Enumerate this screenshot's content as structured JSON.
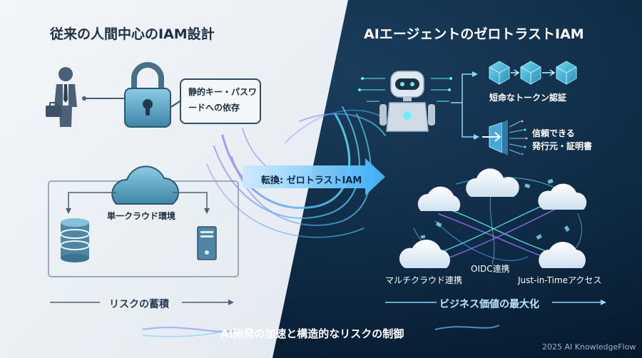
{
  "left": {
    "title": "従来の人間中心のIAM設計",
    "bubble": "静的キー・パスワードへの依存",
    "cloud_label": "単一クラウド環境",
    "risk_label": "リスクの蓄積"
  },
  "center": {
    "arrow_label": "転換: ゼロトラストIAM",
    "bottom_label": "AI開発の加速と構造的なリスクの制御"
  },
  "right": {
    "title": "AIエージェントのゼロトラストIAM",
    "token_label": "短命なトークン認証",
    "cert_label": "信頼できる\n発行元・証明書",
    "multicloud_label": "マルチクラウド連携",
    "oidc_label": "OIDC連携",
    "jit_label": "Just-in-Timeアクセス",
    "value_label": "ビジネス価値の最大化"
  },
  "credit": "2025 AI KnowledgeFlow",
  "colors": {
    "left_bg": "#eef2f6",
    "right_bg": "#0b2238",
    "accent_cyan": "#38c6ff",
    "accent_purple": "#8a6bff",
    "icon_blue": "#5fa9c9"
  }
}
